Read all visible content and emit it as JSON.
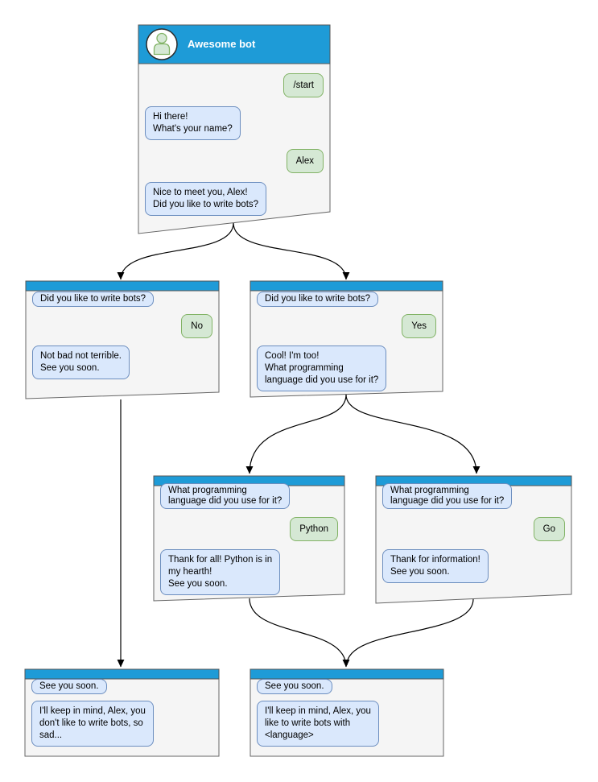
{
  "palette": {
    "header_blue": "#1E9BD7",
    "window_fill": "#F5F5F5",
    "window_stroke": "#666666",
    "bot_bubble_fill": "#DAE8FC",
    "bot_bubble_border": "#6C8EBF",
    "user_bubble_fill": "#D5E8D4",
    "user_bubble_border": "#82B366",
    "connector_color": "#000000",
    "title_text_color": "#FFFFFF"
  },
  "windows": {
    "root": {
      "title": "Awesome bot",
      "avatar_icon": "person-icon",
      "messages": [
        {
          "from": "user",
          "text": "/start"
        },
        {
          "from": "bot",
          "text": "Hi there!\nWhat's your name?"
        },
        {
          "from": "user",
          "text": "Alex"
        },
        {
          "from": "bot",
          "text": "Nice to meet you, Alex!\nDid you like to write bots?"
        }
      ]
    },
    "branch_no": {
      "messages": [
        {
          "from": "bot",
          "text": "Did you like to write bots?"
        },
        {
          "from": "user",
          "text": "No"
        },
        {
          "from": "bot",
          "text": "Not bad not terrible.\nSee you soon."
        }
      ]
    },
    "branch_yes": {
      "messages": [
        {
          "from": "bot",
          "text": "Did you like to write bots?"
        },
        {
          "from": "user",
          "text": "Yes"
        },
        {
          "from": "bot",
          "text": "Cool! I'm too!\nWhat programming\nlanguage did you use for it?"
        }
      ]
    },
    "lang_python": {
      "messages": [
        {
          "from": "bot",
          "text": "What programming\nlanguage did you use for it?"
        },
        {
          "from": "user",
          "text": "Python"
        },
        {
          "from": "bot",
          "text": "Thank for all! Python is in\nmy hearth!\nSee you soon."
        }
      ]
    },
    "lang_go": {
      "messages": [
        {
          "from": "bot",
          "text": "What programming\nlanguage did you use for it?"
        },
        {
          "from": "user",
          "text": "Go"
        },
        {
          "from": "bot",
          "text": "Thank for information!\nSee you soon."
        }
      ]
    },
    "end_no": {
      "messages": [
        {
          "from": "bot",
          "text": "See you soon."
        },
        {
          "from": "bot",
          "text": "I'll keep in mind, Alex, you\ndon't like to write bots, so\nsad..."
        }
      ]
    },
    "end_yes": {
      "messages": [
        {
          "from": "bot",
          "text": "See you soon."
        },
        {
          "from": "bot",
          "text": "I'll keep in mind, Alex, you\nlike to write bots with\n<language>"
        }
      ]
    }
  }
}
